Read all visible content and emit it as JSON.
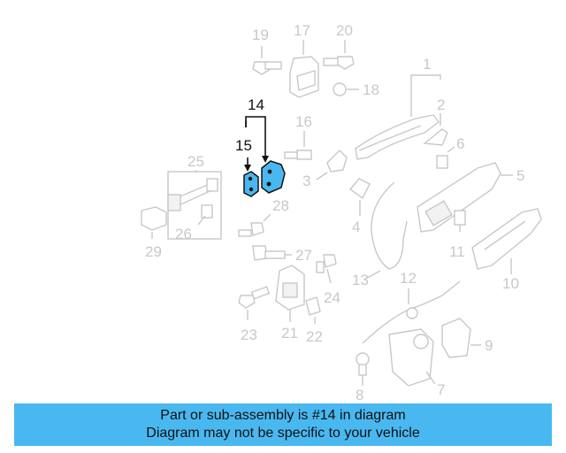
{
  "callouts": {
    "c1": "1",
    "c2": "2",
    "c3": "3",
    "c4": "4",
    "c5": "5",
    "c6": "6",
    "c7": "7",
    "c8": "8",
    "c9": "9",
    "c10": "10",
    "c11": "11",
    "c12": "12",
    "c13": "13",
    "c14": "14",
    "c15": "15",
    "c16": "16",
    "c17": "17",
    "c18": "18",
    "c19": "19",
    "c20": "20",
    "c21": "21",
    "c22": "22",
    "c23": "23",
    "c24": "24",
    "c25": "25",
    "c26": "26",
    "c27": "27",
    "c28": "28",
    "c29": "29"
  },
  "banner": {
    "line1": "Part or sub-assembly is #14 in diagram",
    "line2": "Diagram may not be specific to your vehicle"
  },
  "colors": {
    "highlight": "#4ab8f0",
    "faded_part": "#c8c8c8",
    "banner": "#4ab8f0"
  }
}
